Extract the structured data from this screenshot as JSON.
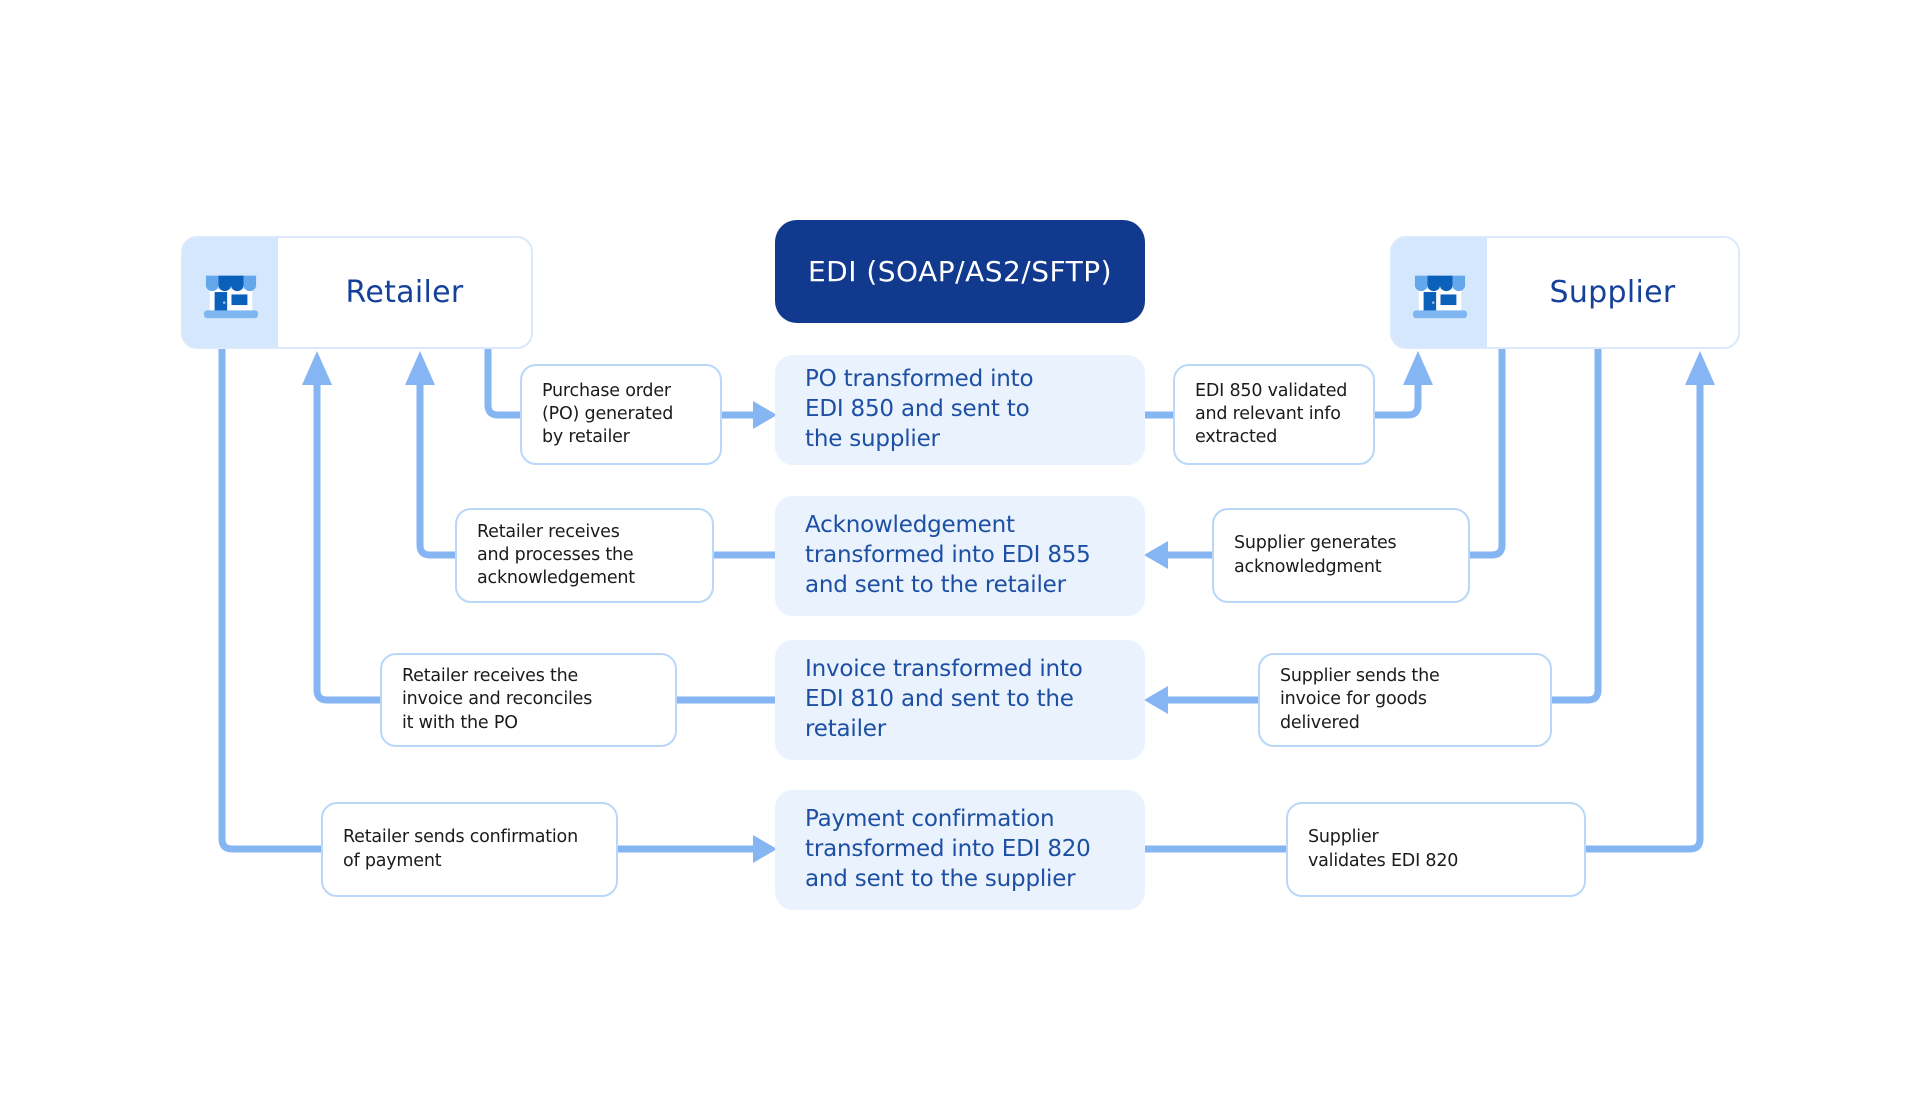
{
  "palette": {
    "banner_navy": "#11398E",
    "entity_label_blue": "#16419A",
    "edi_step_text_blue": "#1D4FA3",
    "edi_step_fill": "#E9F2FD",
    "connector_blue": "#85B5F2",
    "step_border_blue": "#B9D7F9",
    "station_border": "#DCE9FA",
    "icon_panel_fill": "#D5E7FC",
    "icon_dark_blue": "#0B61B9",
    "icon_light_blue": "#64A7EC",
    "step_text_black": "#1B1B1B"
  },
  "protocol_banner": {
    "label": "EDI (SOAP/AS2/SFTP)"
  },
  "entities": {
    "retailer": {
      "label": "Retailer",
      "icon": "storefront-icon"
    },
    "supplier": {
      "label": "Supplier",
      "icon": "storefront-icon"
    }
  },
  "flows": [
    {
      "id": "purchase-order",
      "edi_code": "EDI 850",
      "direction": "retailer-to-supplier",
      "retailer_step": "Purchase order\n(PO) generated\nby retailer",
      "edi_step": "PO transformed into\nEDI 850 and sent to\nthe supplier",
      "supplier_step": "EDI 850 validated\nand relevant info\nextracted"
    },
    {
      "id": "acknowledgement",
      "edi_code": "EDI 855",
      "direction": "supplier-to-retailer",
      "retailer_step": "Retailer receives\nand processes the\nacknowledgement",
      "edi_step": "Acknowledgement\ntransformed into EDI 855\nand sent to the retailer",
      "supplier_step": "Supplier generates\nacknowledgment"
    },
    {
      "id": "invoice",
      "edi_code": "EDI 810",
      "direction": "supplier-to-retailer",
      "retailer_step": "Retailer receives the\ninvoice and reconciles\nit with the PO",
      "edi_step": "Invoice transformed into\nEDI 810 and sent to the\nretailer",
      "supplier_step": "Supplier sends the\ninvoice for goods\ndelivered"
    },
    {
      "id": "payment",
      "edi_code": "EDI 820",
      "direction": "retailer-to-supplier",
      "retailer_step": "Retailer sends confirmation\nof payment",
      "edi_step": "Payment confirmation\ntransformed into EDI 820\nand sent to the supplier",
      "supplier_step": "Supplier\nvalidates EDI 820"
    }
  ]
}
